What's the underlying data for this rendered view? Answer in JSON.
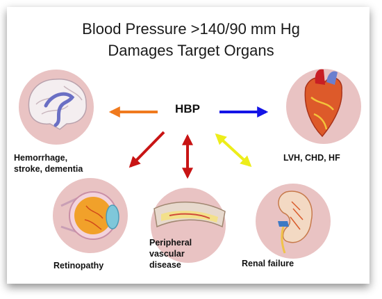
{
  "title": {
    "line1": "Blood Pressure >140/90 mm Hg",
    "line2": "Damages Target Organs"
  },
  "center": {
    "label": "HBP"
  },
  "organs": {
    "brain": {
      "icon": "brain-icon",
      "label_line1": "Hemorrhage,",
      "label_line2": "stroke, dementia"
    },
    "heart": {
      "icon": "heart-icon",
      "label_line1": "LVH, CHD, HF"
    },
    "eye": {
      "icon": "eye-icon",
      "label_line1": "Retinopathy"
    },
    "artery": {
      "icon": "artery-icon",
      "label_line1": "Peripheral",
      "label_line2": "vascular",
      "label_line3": "disease"
    },
    "kidney": {
      "icon": "kidney-icon",
      "label_line1": "Renal failure"
    }
  },
  "colors": {
    "circle": "#e9c3c3",
    "arrow_brain": "#f07a1e",
    "arrow_heart": "#1414e6",
    "arrow_eye": "#c81414",
    "arrow_artery": "#c81414",
    "arrow_kidney": "#f0f01e"
  }
}
